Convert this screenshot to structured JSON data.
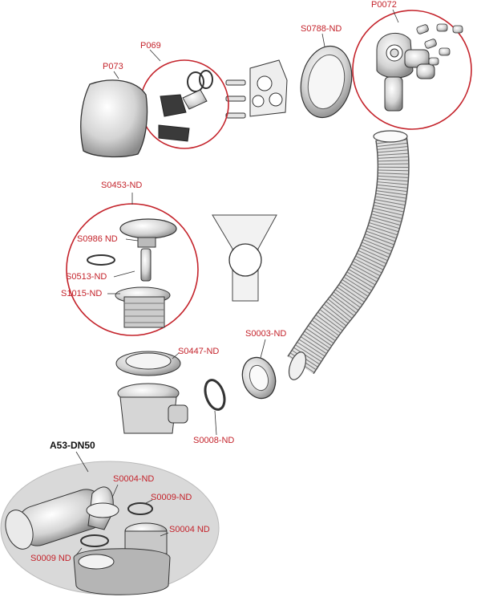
{
  "colors": {
    "accent": "#c4232b",
    "line": "#222222",
    "label_black": "#111111",
    "panel": "#d9d9d9"
  },
  "labels": {
    "p0072": "P0072",
    "s0788": "S0788-ND",
    "p069": "P069",
    "p073": "P073",
    "s0453": "S0453-ND",
    "s0986": "S0986 ND",
    "s0513": "S0513-ND",
    "s1015": "S1015-ND",
    "s0003": "S0003-ND",
    "s0447": "S0447-ND",
    "s0008": "S0008-ND",
    "a53": "A53-DN50",
    "s0004a": "S0004-ND",
    "s0009a": "S0009-ND",
    "s0004b": "S0004 ND",
    "s0009b": "S0009 ND"
  }
}
